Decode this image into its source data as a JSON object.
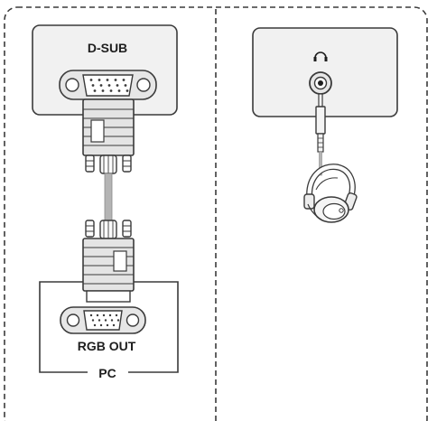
{
  "monitor_port_label": "D-SUB",
  "pc_port_label": "RGB OUT",
  "pc_label": "PC",
  "headphone_symbol": "headphones-icon",
  "colors": {
    "line": "#3a3a3a",
    "panel_fill": "#f1f1f1",
    "connector_fill": "#e4e4e4",
    "light_fill": "#fbfbfb",
    "cable": "#b4b4b4",
    "background": "#ffffff"
  }
}
